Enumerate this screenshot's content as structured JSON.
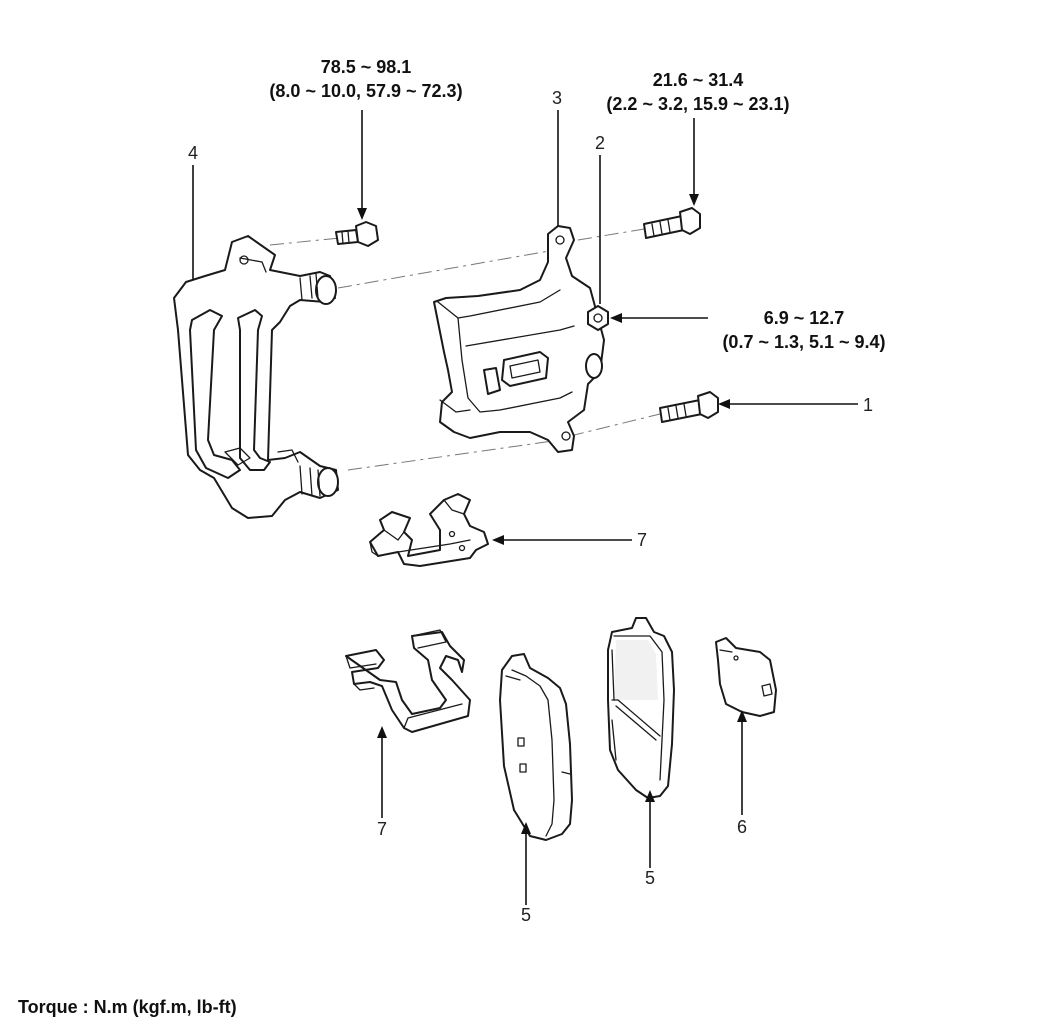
{
  "torque_labels": {
    "bracket_bolt": {
      "nm": "78.5 ~ 98.1",
      "alt": "(8.0 ~ 10.0, 57.9 ~ 72.3)"
    },
    "guide_rod_bolt_upper": {
      "nm": "21.6 ~ 31.4",
      "alt": "(2.2 ~ 3.2, 15.9 ~ 23.1)"
    },
    "bleeder_screw": {
      "nm": "6.9 ~ 12.7",
      "alt": "(0.7 ~ 1.3, 5.1 ~ 9.4)"
    }
  },
  "callouts": {
    "c1": "1",
    "c2": "2",
    "c3": "3",
    "c4": "4",
    "c5a": "5",
    "c5b": "5",
    "c6": "6",
    "c7a": "7",
    "c7b": "7"
  },
  "footer": {
    "units_note": "Torque : N.m (kgf.m, lb-ft)"
  }
}
